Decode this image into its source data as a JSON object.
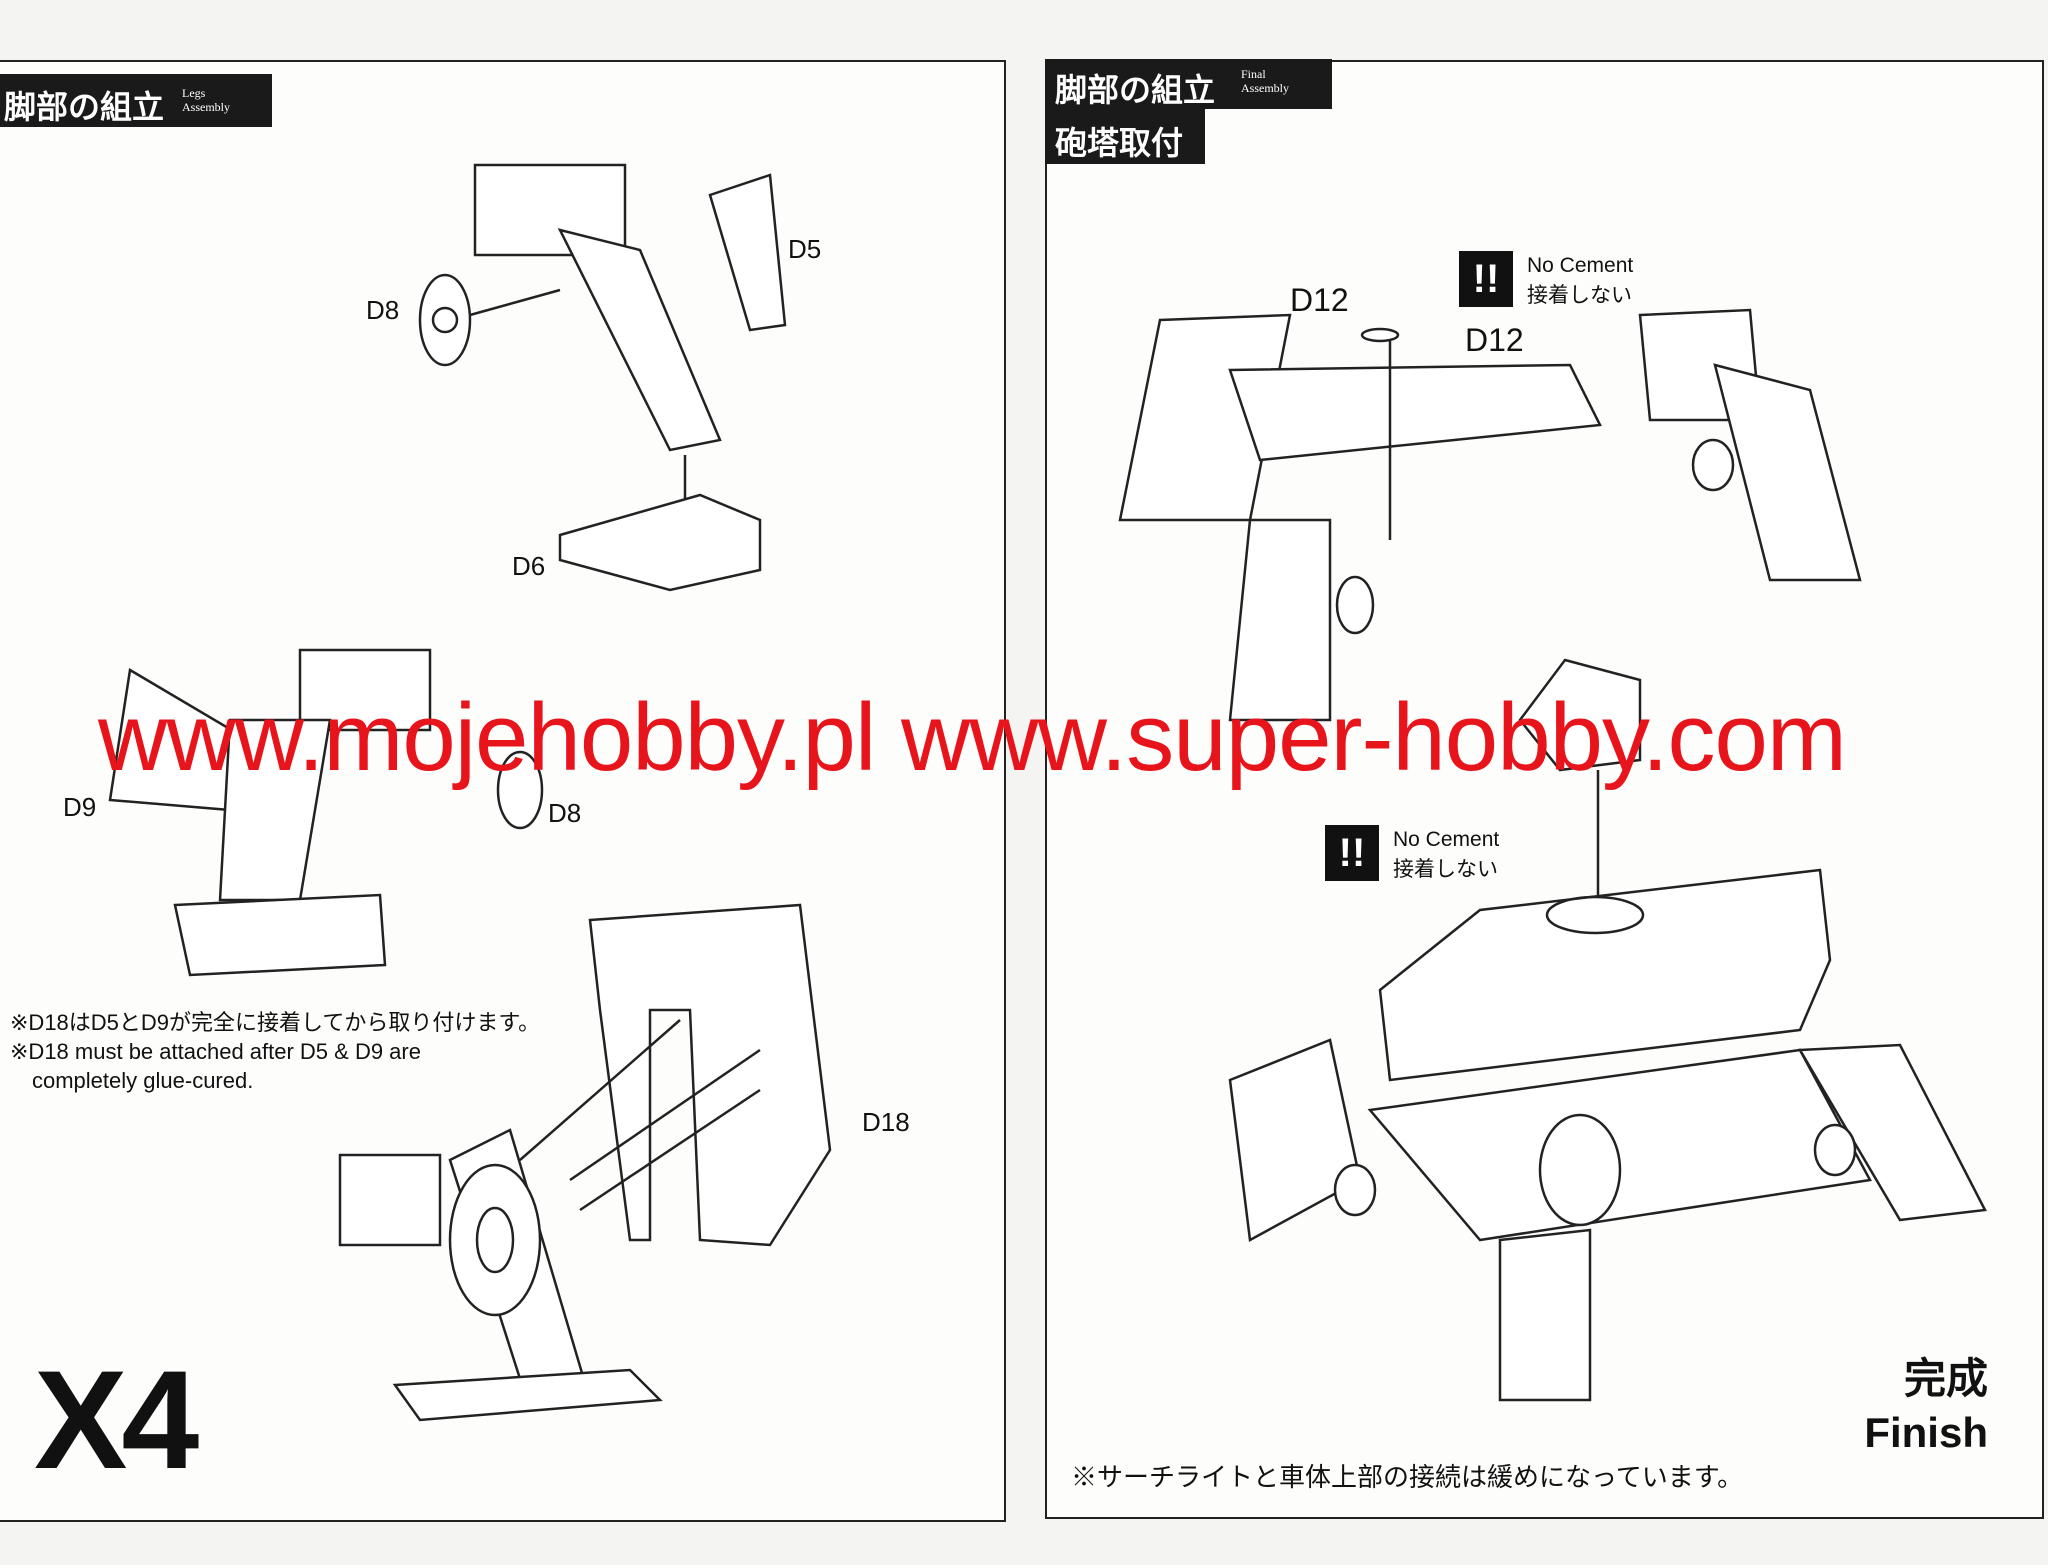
{
  "left_page": {
    "header_jp": "脚部の組立",
    "header_en_1": "Legs",
    "header_en_2": "Assembly",
    "parts": [
      "D8",
      "D5",
      "D6",
      "D9",
      "D8",
      "D18"
    ],
    "note_jp": "※D18はD5とD9が完全に接着してから取り付けます。",
    "note_en_1": "※D18 must be attached after D5 & D9 are",
    "note_en_2": "completely glue-cured.",
    "quantity": "X4"
  },
  "right_page": {
    "header_jp_1": "脚部の組立",
    "header_jp_2": "砲塔取付",
    "header_en_1": "Final",
    "header_en_2": "Assembly",
    "parts": [
      "D12",
      "D12"
    ],
    "warning_icon": "!!",
    "warning_en": "No Cement",
    "warning_jp": "接着しない",
    "finish_jp": "完成",
    "finish_en": "Finish",
    "note_jp": "※サーチライトと車体上部の接続は緩めになっています。"
  },
  "watermark": "www.mojehobby.pl www.super-hobby.com"
}
